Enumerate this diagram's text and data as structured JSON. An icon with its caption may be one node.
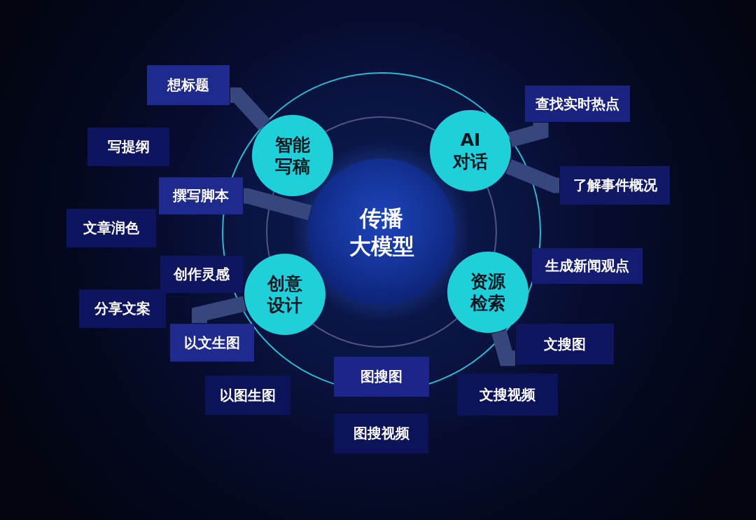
{
  "diagram": {
    "nodes": [
      {
        "text": [
          "想标题"
        ]
      },
      {
        "text": [
          "查找实时热点"
        ]
      },
      {
        "text": [
          "写提纲"
        ]
      },
      {
        "text": [
          "智能写稿"
        ]
      },
      {
        "text": [
          "AI对话"
        ]
      },
      {
        "text": [
          "了解事件概况"
        ]
      },
      {
        "text": [
          "撰写脚本"
        ]
      },
      {
        "text": [
          "文章润色"
        ]
      },
      {
        "text": [
          "传播大模型"
        ]
      },
      {
        "text": [
          "生成新闻观点"
        ]
      },
      {
        "text": [
          "创作灵感"
        ]
      },
      {
        "text": [
          "创意设计"
        ]
      },
      {
        "text": [
          "资源检索"
        ]
      },
      {
        "text": [
          "分享文案"
        ]
      },
      {
        "text": [
          "以文生图"
        ]
      },
      {
        "text": [
          "文搜图"
        ]
      },
      {
        "text": [
          "图搜图"
        ]
      },
      {
        "text": [
          "文搜视频"
        ]
      },
      {
        "text": [
          "以图生图"
        ]
      },
      {
        "text": [
          "图搜视频"
        ]
      }
    ],
    "edges": [
      {
        "from": 0,
        "to": 3,
        "arrow": "none"
      },
      {
        "from": 1,
        "to": 4,
        "arrow": "none"
      },
      {
        "from": 5,
        "to": 4,
        "arrow": "none"
      },
      {
        "from": 6,
        "to": 8,
        "arrow": "none"
      },
      {
        "from": 14,
        "to": 11,
        "arrow": "none"
      },
      {
        "from": 15,
        "to": 12,
        "arrow": "none"
      }
    ]
  }
}
